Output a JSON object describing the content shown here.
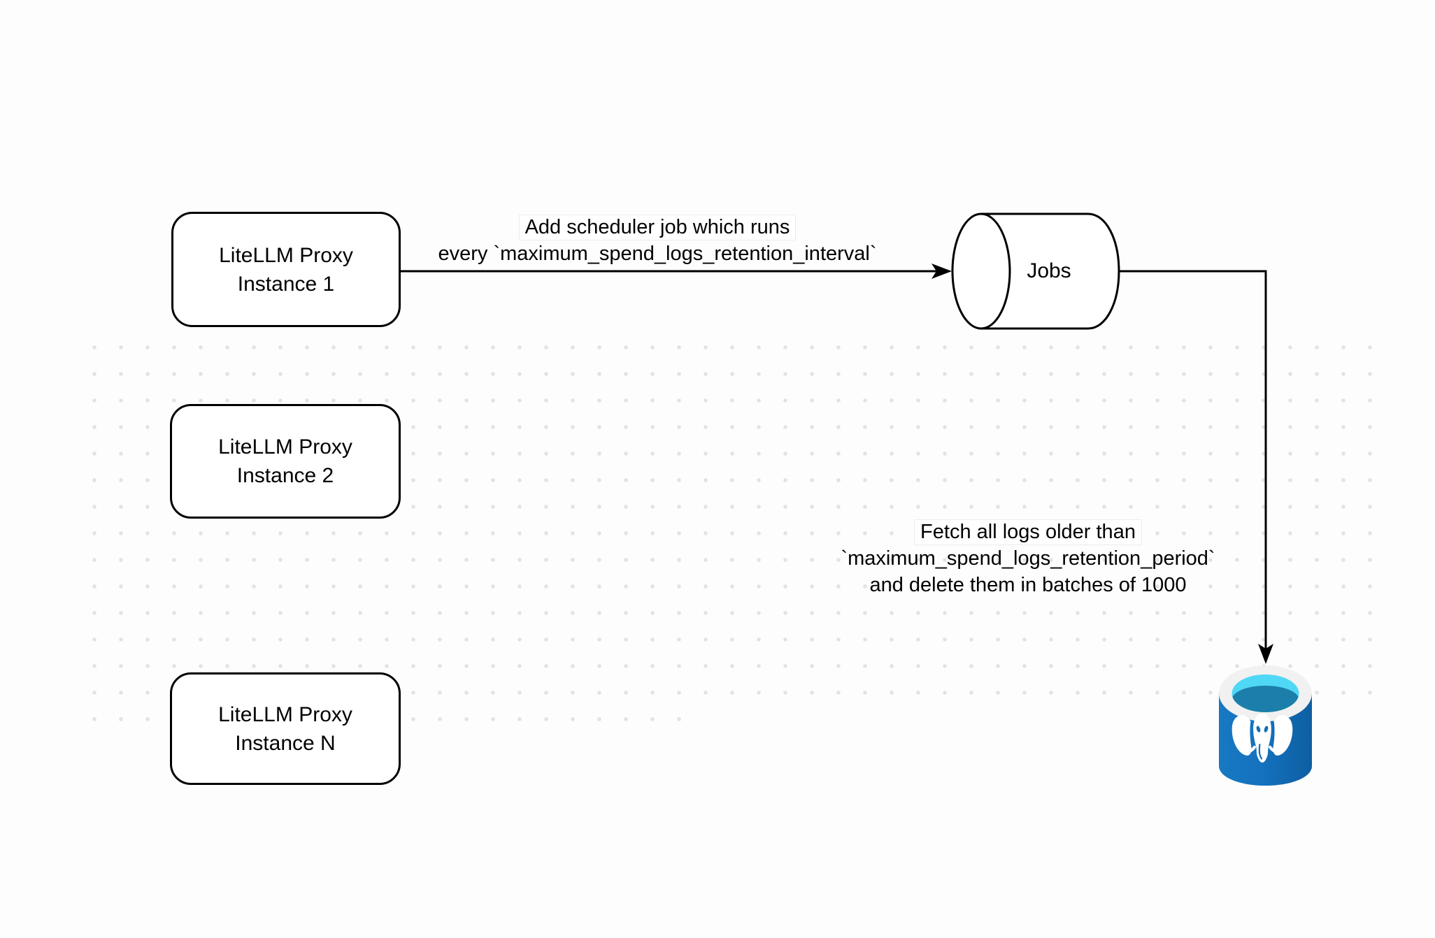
{
  "diagram": {
    "nodes": {
      "instance1": {
        "line1": "LiteLLM Proxy",
        "line2": "Instance 1"
      },
      "instance2": {
        "line1": "LiteLLM Proxy",
        "line2": "Instance 2"
      },
      "instanceN": {
        "line1": "LiteLLM Proxy",
        "line2": "Instance N"
      },
      "jobs": {
        "label": "Jobs"
      },
      "database": {
        "icon": "postgresql-database-icon"
      }
    },
    "edge_labels": {
      "scheduler": {
        "line1": "Add scheduler job which runs",
        "line2": "every `maximum_spend_logs_retention_interval`"
      },
      "fetch": {
        "line1": "Fetch all logs older than",
        "line2": "`maximum_spend_logs_retention_period`",
        "line3": "and delete them in batches of 1000"
      }
    },
    "colors": {
      "background": "#fdfdfd",
      "stroke": "#000000",
      "grid_dot": "#e3e3e3",
      "postgres_body_blue": "#1472be",
      "postgres_body_dark": "#0e5ea1",
      "postgres_rim": "#f1f1f1",
      "postgres_inner_cyan": "#4fd8f5",
      "postgres_inner_shadow": "#1c7fab",
      "elephant": "#ffffff"
    }
  }
}
